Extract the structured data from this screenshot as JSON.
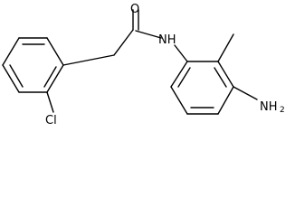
{
  "molecule": {
    "atoms": {
      "oxygen": "O",
      "nitrogen_amide": "NH",
      "nitrogen_amine": "NH",
      "nitrogen_amine_subscript": "2",
      "chlorine": "Cl"
    }
  }
}
